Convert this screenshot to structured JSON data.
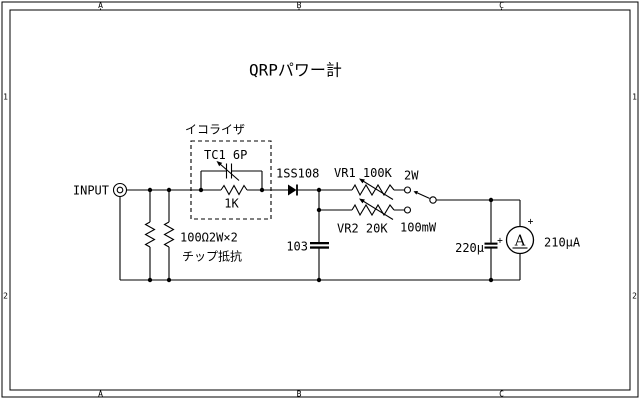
{
  "colors": {
    "ink": "#000000",
    "paper": "#ffffff"
  },
  "frame": {
    "cols": [
      "A",
      "B",
      "C"
    ],
    "rows": [
      "1",
      "2"
    ]
  },
  "title": "QRPパワー計",
  "labels": {
    "input": "INPUT",
    "equalizer": "イコライザ",
    "trimmer": "TC1 6P",
    "eq_resistor": "1K",
    "diode": "1SS108",
    "vr1": "VR1 100K",
    "vr2": "VR2 20K",
    "range_high": "2W",
    "range_low": "100mW",
    "shunt_value": "100Ω2W×2",
    "shunt_note": "チップ抵抗",
    "cap103": "103",
    "cap220": "220μ",
    "cap220_polarity": "+",
    "meter_symbol": "A",
    "meter_polarity": "+",
    "meter_value": "210μA"
  }
}
